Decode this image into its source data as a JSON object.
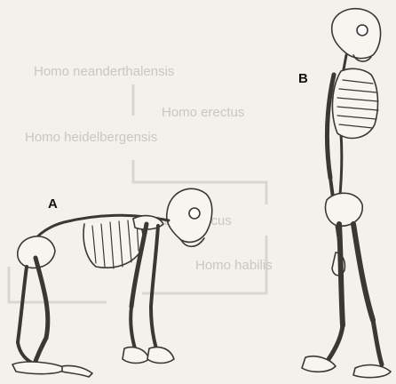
{
  "background_text": {
    "line1": "Homo neanderthalensis",
    "line2": "Homo heidelbergensis",
    "line3": "Homo erectus",
    "line4": "Homo habilis",
    "line5": "Australopithecus"
  },
  "labels": {
    "a": "A",
    "b": "B"
  },
  "colors": {
    "paper": "#f3f1ec",
    "bone": "#f7f5f0",
    "ink": "#3a3835",
    "bleed": "#c9c7c2"
  }
}
